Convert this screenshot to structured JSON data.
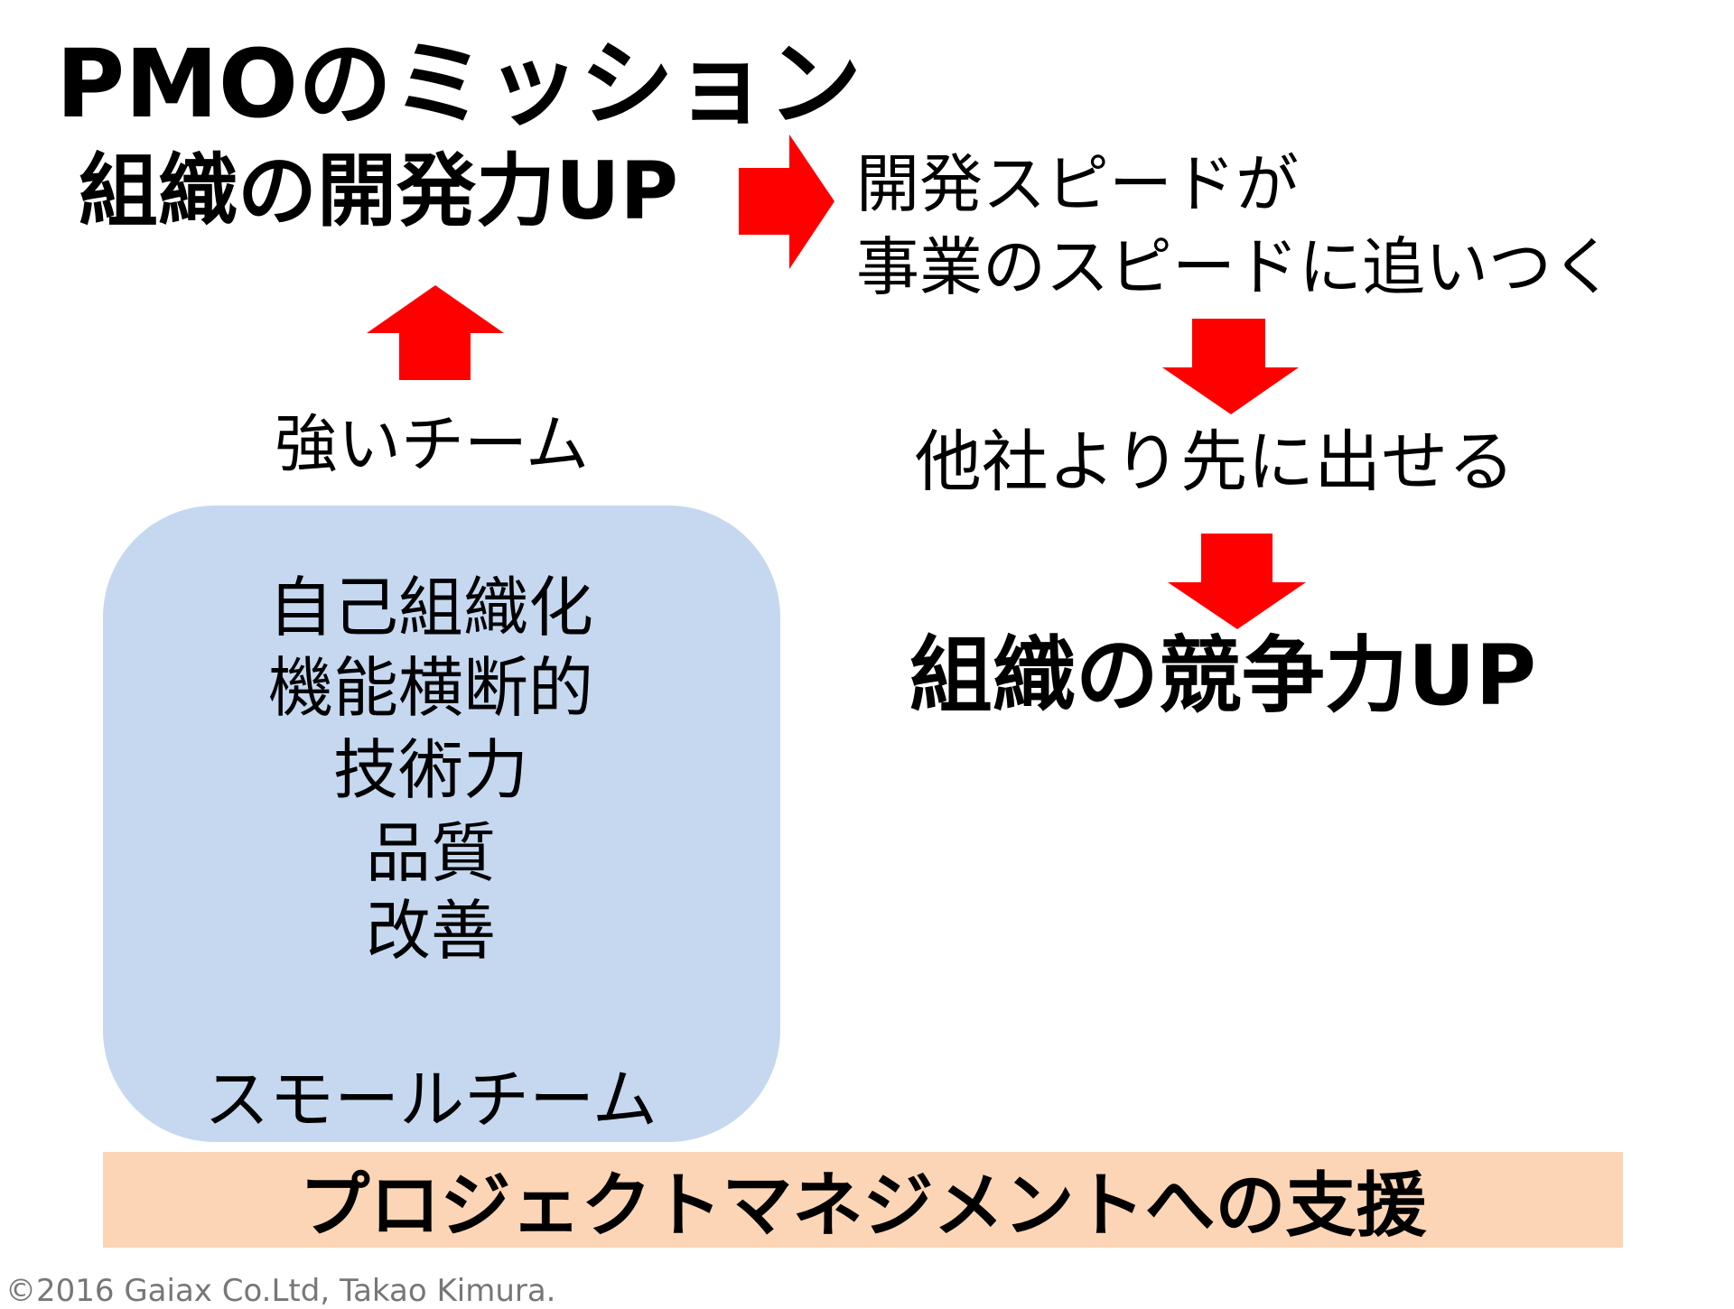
{
  "title": "PMOのミッション",
  "mission": "組織の開発力UP",
  "effect_lines": [
    "開発スピードが",
    "事業のスピードに追いつく"
  ],
  "strong_team": "強いチーム",
  "result1": "他社より先に出せる",
  "result2": "組織の競争力UP",
  "team_box": {
    "items": [
      "自己組織化",
      "機能横断的",
      "技術力",
      "品質",
      "改善"
    ],
    "footer": "スモールチーム"
  },
  "support_bar": "プロジェクトマネジメントへの支援",
  "copyright": "©2016 Gaiax Co.Ltd, Takao Kimura.",
  "colors": {
    "arrow": "#ff0000",
    "box": "#c5d8f0",
    "bar": "#fbd5b5"
  }
}
